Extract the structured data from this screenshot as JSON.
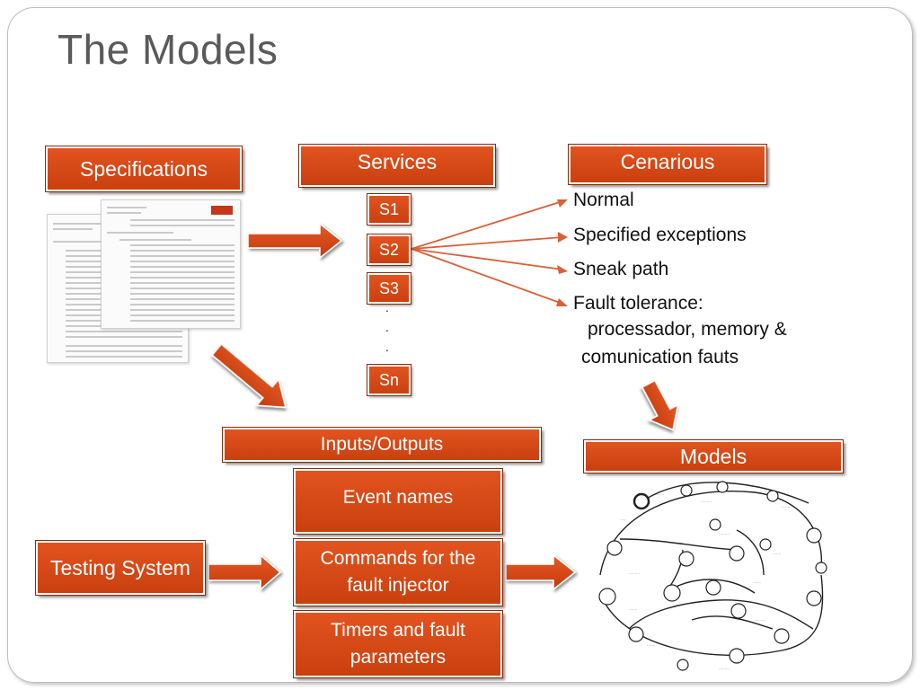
{
  "title": "The Models",
  "boxes": {
    "specifications": "Specifications",
    "services": "Services",
    "cenarious": "Cenarious",
    "inputs_outputs": "Inputs/Outputs",
    "models": "Models",
    "event_names": "Event names",
    "commands_line1": "Commands for the",
    "commands_line2": "fault injector",
    "timers_line1": "Timers and fault",
    "timers_line2": "parameters",
    "testing_system": "Testing System"
  },
  "services": [
    "S1",
    "S2",
    "S3",
    "Sn"
  ],
  "service_dots": ".",
  "scenarios": {
    "normal": "Normal",
    "specified_exceptions": "Specified exceptions",
    "sneak_path": "Sneak path",
    "fault_tolerance": "Fault tolerance:",
    "fault_tolerance_line2": "processador, memory &",
    "fault_tolerance_line3": "comunication fauts"
  },
  "colors": {
    "box_fill": "#d9471a",
    "box_border": "#ffffff",
    "arrow_fill": "#d9471a",
    "title": "#5a5a5a"
  }
}
